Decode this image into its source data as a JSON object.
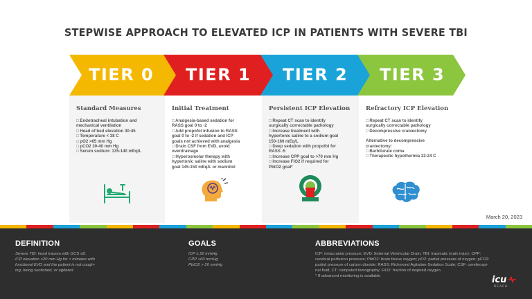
{
  "title": "STEPWISE APPROACH TO ELEVATED ICP IN PATIENTS WITH SEVERE TBI",
  "tiers": [
    {
      "label": "TIER 0",
      "color": "#f5b800"
    },
    {
      "label": "TIER 1",
      "color": "#e02020"
    },
    {
      "label": "TIER 2",
      "color": "#1aa3d9"
    },
    {
      "label": "TIER 3",
      "color": "#8cc63f"
    }
  ],
  "cards": [
    {
      "heading": "Standard Measures",
      "icon": "hospital-bed-icon",
      "lines": [
        "□ Endotracheal intubation and",
        "mechanical ventilation",
        "□ Head of bed elevation 30-45",
        "□ Temperature < 38 C",
        "□ pO2 >65 mm Hg",
        "□ pCO2 30-40 mm Hg",
        "□ Serum sodium: 135-140 mEq/L"
      ]
    },
    {
      "heading": "Initial Treatment",
      "icon": "head-pain-icon",
      "lines": [
        "□ Analgesia-based sedation for",
        "RASS goal 0 to -2",
        "□ Add propofol infusion to RASS",
        "goal 0 to -2 if sedation and ICP",
        "goals not achieved with analgesia",
        "□ Drain CSF from EVD, avoid",
        "overdrainage",
        "□ Hyperosmolar therapy with",
        "hypertonic saline with sodium",
        "goal 145-150 mEq/L or mannitol"
      ]
    },
    {
      "heading": "Persistent ICP Elevation",
      "icon": "ct-scanner-icon",
      "lines": [
        "□ Repeat CT scan to identify",
        "surgically correctable pathology",
        "□ Increase treatment with",
        "hypertonic saline to a sodium goal",
        "150-160 mEq/L",
        "□ Deep sedation with propofol for",
        "RASS -5",
        "□ Increase CPP goal to >70 mm Hg",
        "□ Increase FiO2  if required for",
        "PbtO2 goal*"
      ]
    },
    {
      "heading": "Refractory ICP Elevation",
      "icon": "brain-icon",
      "lines": [
        "□ Repeat CT scan to identify",
        "surgically correctable pathology",
        "□ Decompressive craniectomy",
        "",
        "Alternative to decompressive",
        "craniectomy:",
        "□ Barbiturate coma",
        "□ Therapeutic hypothermia 32-24 C"
      ]
    }
  ],
  "date": "March 20, 2023",
  "stripe_colors": [
    "#f5b800",
    "#e02020",
    "#1aa3d9",
    "#8cc63f",
    "#f5b800",
    "#e02020",
    "#1aa3d9",
    "#8cc63f",
    "#f5b800",
    "#e02020",
    "#1aa3d9",
    "#8cc63f",
    "#f5b800",
    "#e02020",
    "#1aa3d9",
    "#8cc63f",
    "#f5b800",
    "#e02020",
    "#1aa3d9",
    "#8cc63f"
  ],
  "footer": {
    "definition": {
      "heading": "DEFINITION",
      "lines": [
        "Severe TBI: head trauma with GCS ≤8.",
        "ICP elevation >20 mm Hg for > minutes with",
        "functional EVD  and the patient is not cough-",
        "ing, being suctioned, or agitated."
      ]
    },
    "goals": {
      "heading": "GOALS",
      "lines": [
        "ICP ≤ 22 mmHg",
        "CPP >60 mmHg",
        "PbtO2 > 20 mmHg"
      ]
    },
    "abbreviations": {
      "heading": "ABBREVIATIONS",
      "lines": [
        "ICP: intracranial pressure; EVD: External Ventricular Drain; TBI: traumatic brain injury; CPP:",
        "cerebral perfusion pressure; PbtO2: brain tissue oxygen; pO2: partial pressure of oxygen; pCO2:",
        "partial pressure of carbon dioxide; RASS: Richmond Agitation-Sedation Scale; CSF: cerebrospi-",
        "nal fluid; CT: computed tomography; FiO2: fraction of inspired oxygen.",
        "* If advanced monitoring is available"
      ]
    },
    "logo_text": "icu",
    "logo_sub": "REACH"
  }
}
